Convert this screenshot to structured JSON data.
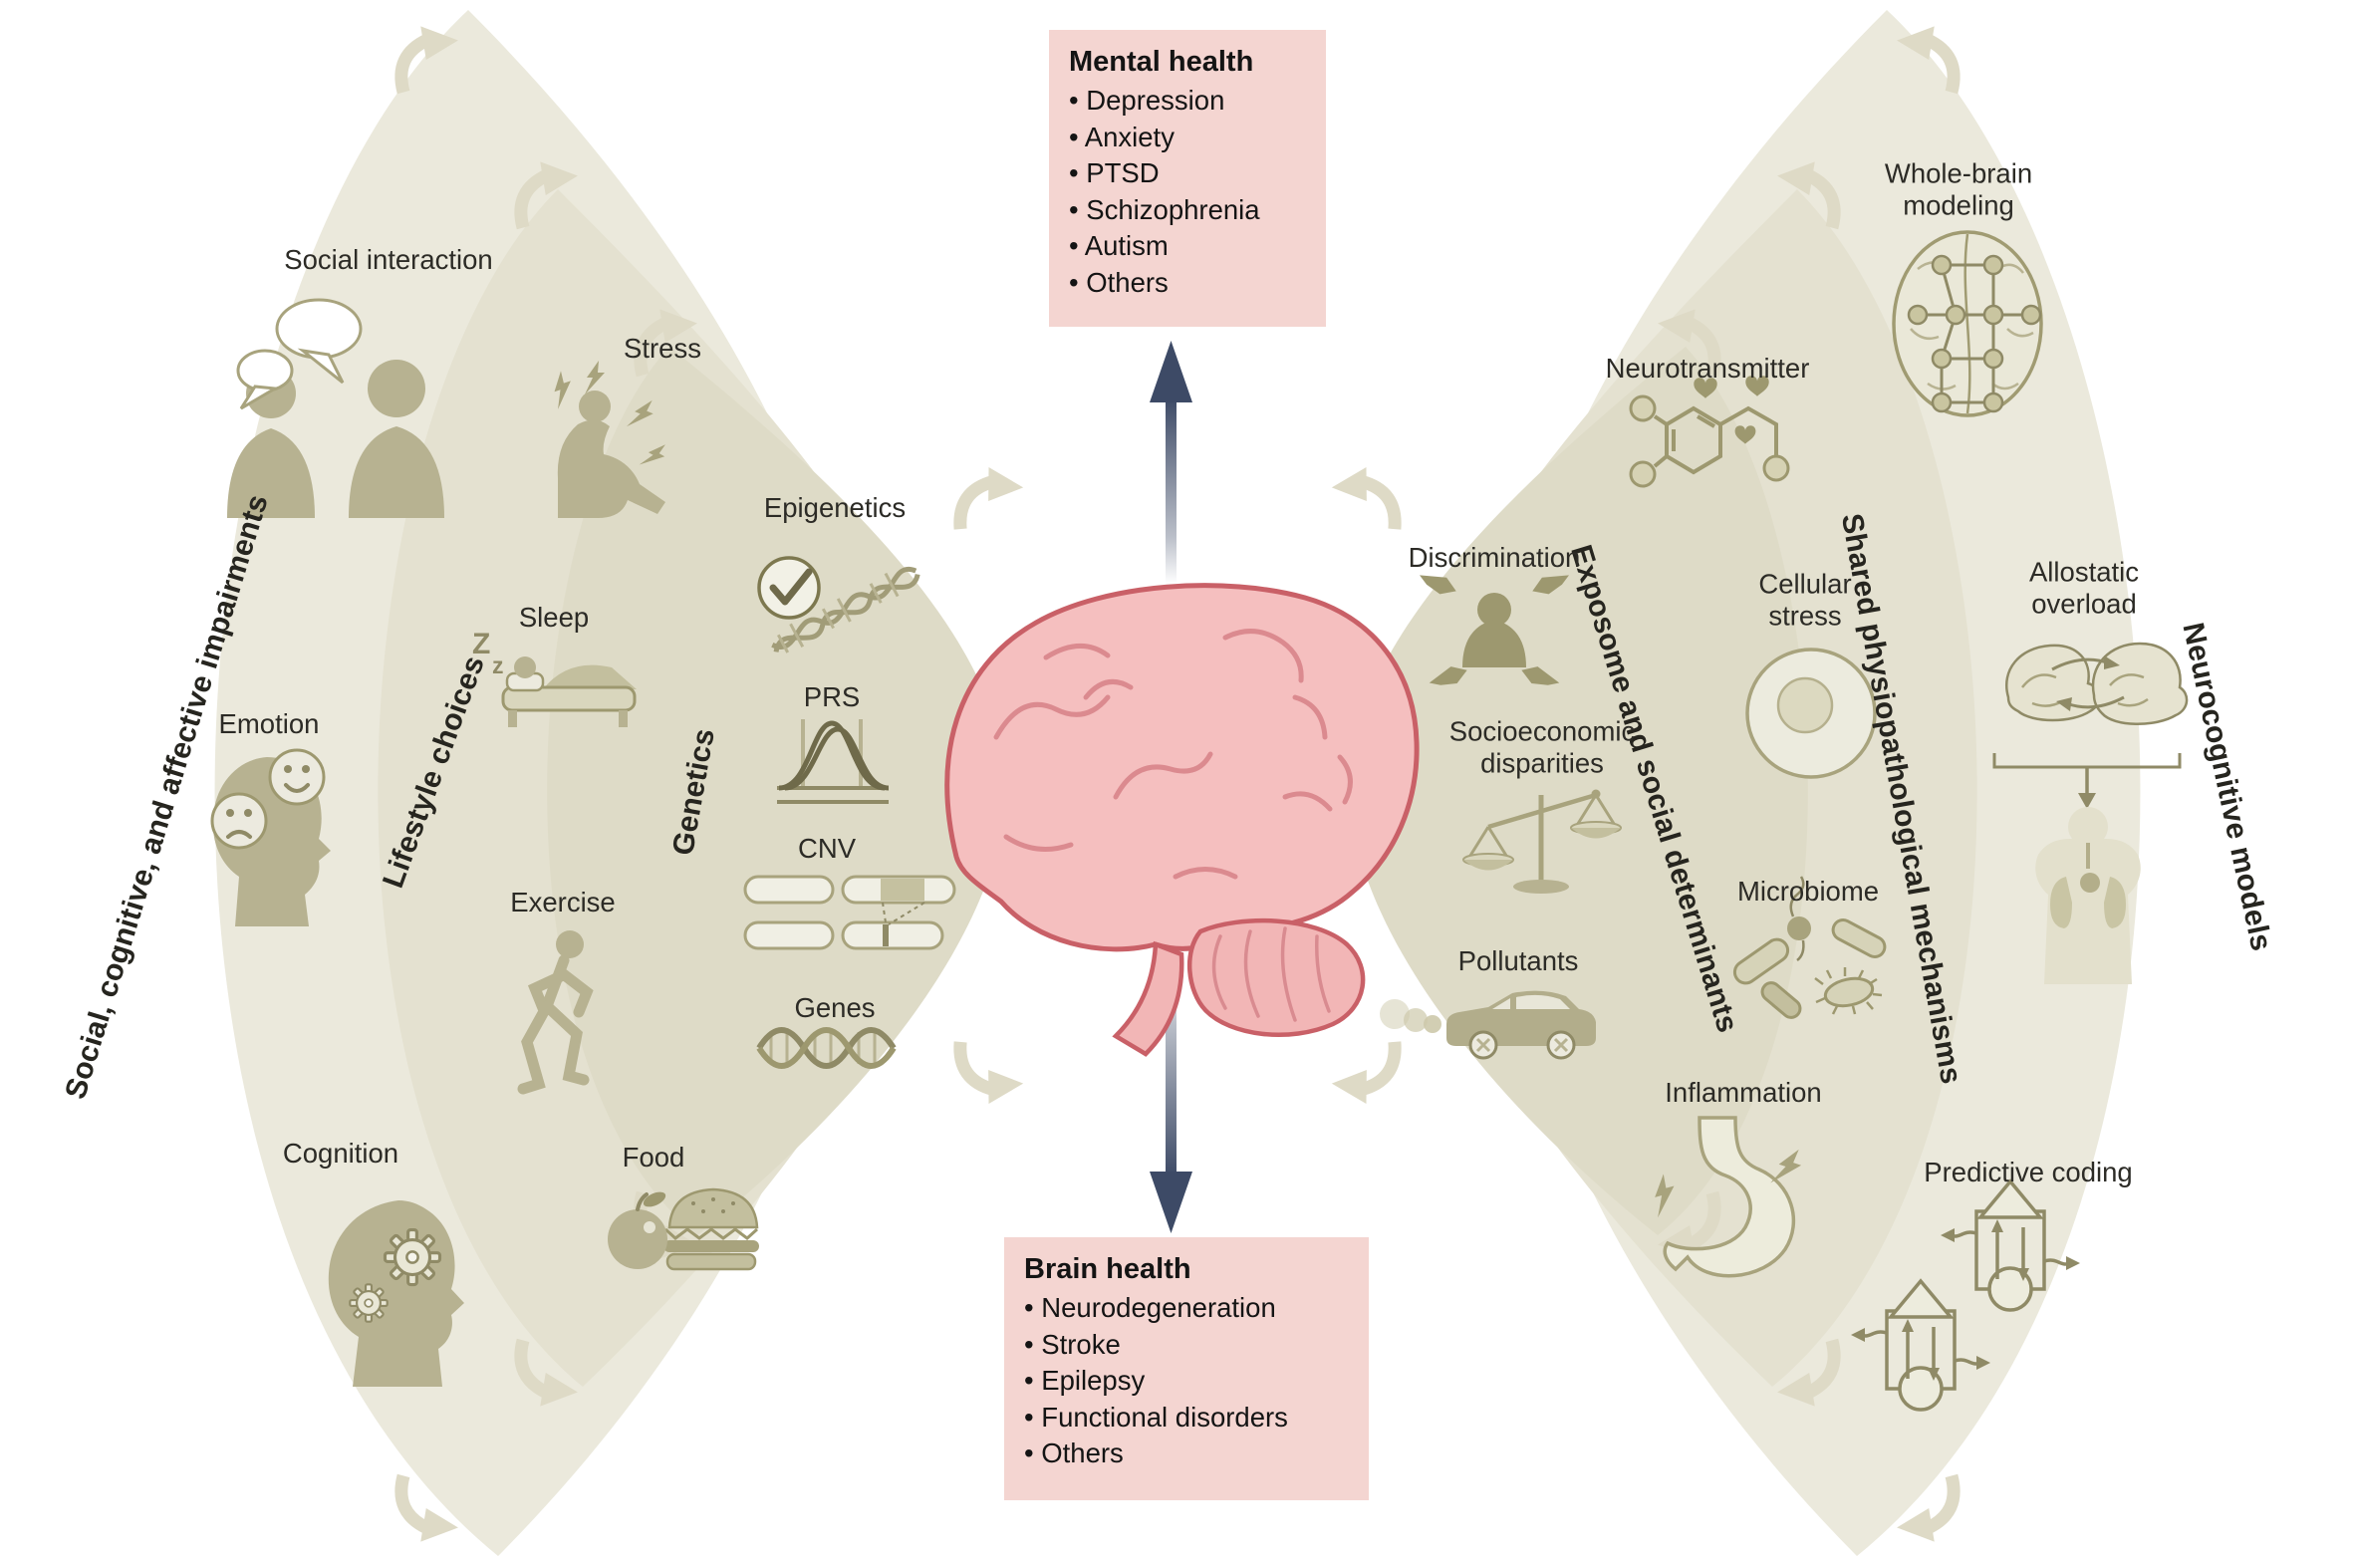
{
  "boxes": {
    "mental_health": {
      "title": "Mental health",
      "items": [
        "Depression",
        "Anxiety",
        "PTSD",
        "Schizophrenia",
        "Autism",
        "Others"
      ]
    },
    "brain_health": {
      "title": "Brain health",
      "items": [
        "Neurodegeneration",
        "Stroke",
        "Epilepsy",
        "Functional disorders",
        "Others"
      ]
    }
  },
  "left_wing": {
    "petals": [
      {
        "label": "Social, cognitive, and affective impairments",
        "items": [
          {
            "label": "Social interaction",
            "icon": "social-interaction-icon"
          },
          {
            "label": "Emotion",
            "icon": "emotion-faces-icon"
          },
          {
            "label": "Cognition",
            "icon": "head-gears-icon"
          }
        ]
      },
      {
        "label": "Lifestyle choices",
        "items": [
          {
            "label": "Stress",
            "icon": "stressed-person-icon"
          },
          {
            "label": "Sleep",
            "icon": "sleeping-person-icon"
          },
          {
            "label": "Exercise",
            "icon": "runner-icon"
          },
          {
            "label": "Food",
            "icon": "apple-burger-icon"
          }
        ]
      },
      {
        "label": "Genetics",
        "items": [
          {
            "label": "Epigenetics",
            "icon": "dna-check-icon"
          },
          {
            "label": "PRS",
            "icon": "distribution-curve-icon"
          },
          {
            "label": "CNV",
            "icon": "chromosomes-icon"
          },
          {
            "label": "Genes",
            "icon": "dna-helix-icon"
          }
        ]
      }
    ]
  },
  "right_wing": {
    "petals": [
      {
        "label": "Exposome and social determinants",
        "items": [
          {
            "label": "Discrimination",
            "icon": "pointing-fingers-icon"
          },
          {
            "label": "Socioeconomic disparities",
            "icon": "balance-scale-icon"
          },
          {
            "label": "Pollutants",
            "icon": "car-exhaust-icon"
          }
        ]
      },
      {
        "label": "Shared physiopathological mechanisms",
        "items": [
          {
            "label": "Neurotransmitter",
            "icon": "dopamine-molecule-icon"
          },
          {
            "label": "Cellular stress",
            "icon": "cell-icon"
          },
          {
            "label": "Microbiome",
            "icon": "bacteria-icon"
          },
          {
            "label": "Inflammation",
            "icon": "stomach-bolts-icon"
          }
        ]
      },
      {
        "label": "Neurocognitive models",
        "items": [
          {
            "label": "Whole-brain modeling",
            "icon": "brain-network-icon"
          },
          {
            "label": "Allostatic overload",
            "icon": "brain-body-icon"
          },
          {
            "label": "Predictive coding",
            "icon": "predictive-units-icon"
          }
        ]
      }
    ]
  },
  "center": {
    "icon": "brain-illustration"
  },
  "icons": {
    "sleep_z1": "Z",
    "sleep_z2": "z",
    "sleep_z3": "z"
  },
  "colors": {
    "petal_outer": "#ebe9dc",
    "petal_mid": "#e4e1d0",
    "petal_inner": "#dedbc7",
    "icon_olive": "#b7b291",
    "icon_outline": "#8f8a66",
    "box_pink": "#f4d5d1",
    "arrow_slate": "#3d4a66",
    "brain_fill": "#f5bfbf",
    "brain_stroke": "#c96067",
    "curve_arrow": "#dedac6"
  }
}
